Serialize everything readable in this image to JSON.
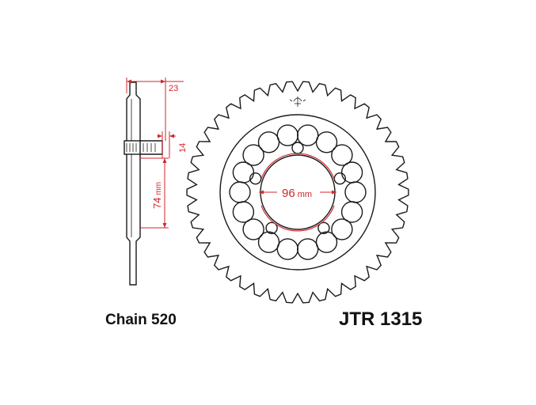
{
  "drawing": {
    "chain_label": "Chain 520",
    "part_number": "JTR 1315",
    "dimensions": {
      "offset": "23",
      "hub_width": "14",
      "center_bore": "74",
      "center_bore_unit": "mm",
      "bolt_circle": "96",
      "bolt_circle_unit": "mm"
    },
    "colors": {
      "outline": "#1a1a1a",
      "dimension": "#d0262c"
    }
  }
}
